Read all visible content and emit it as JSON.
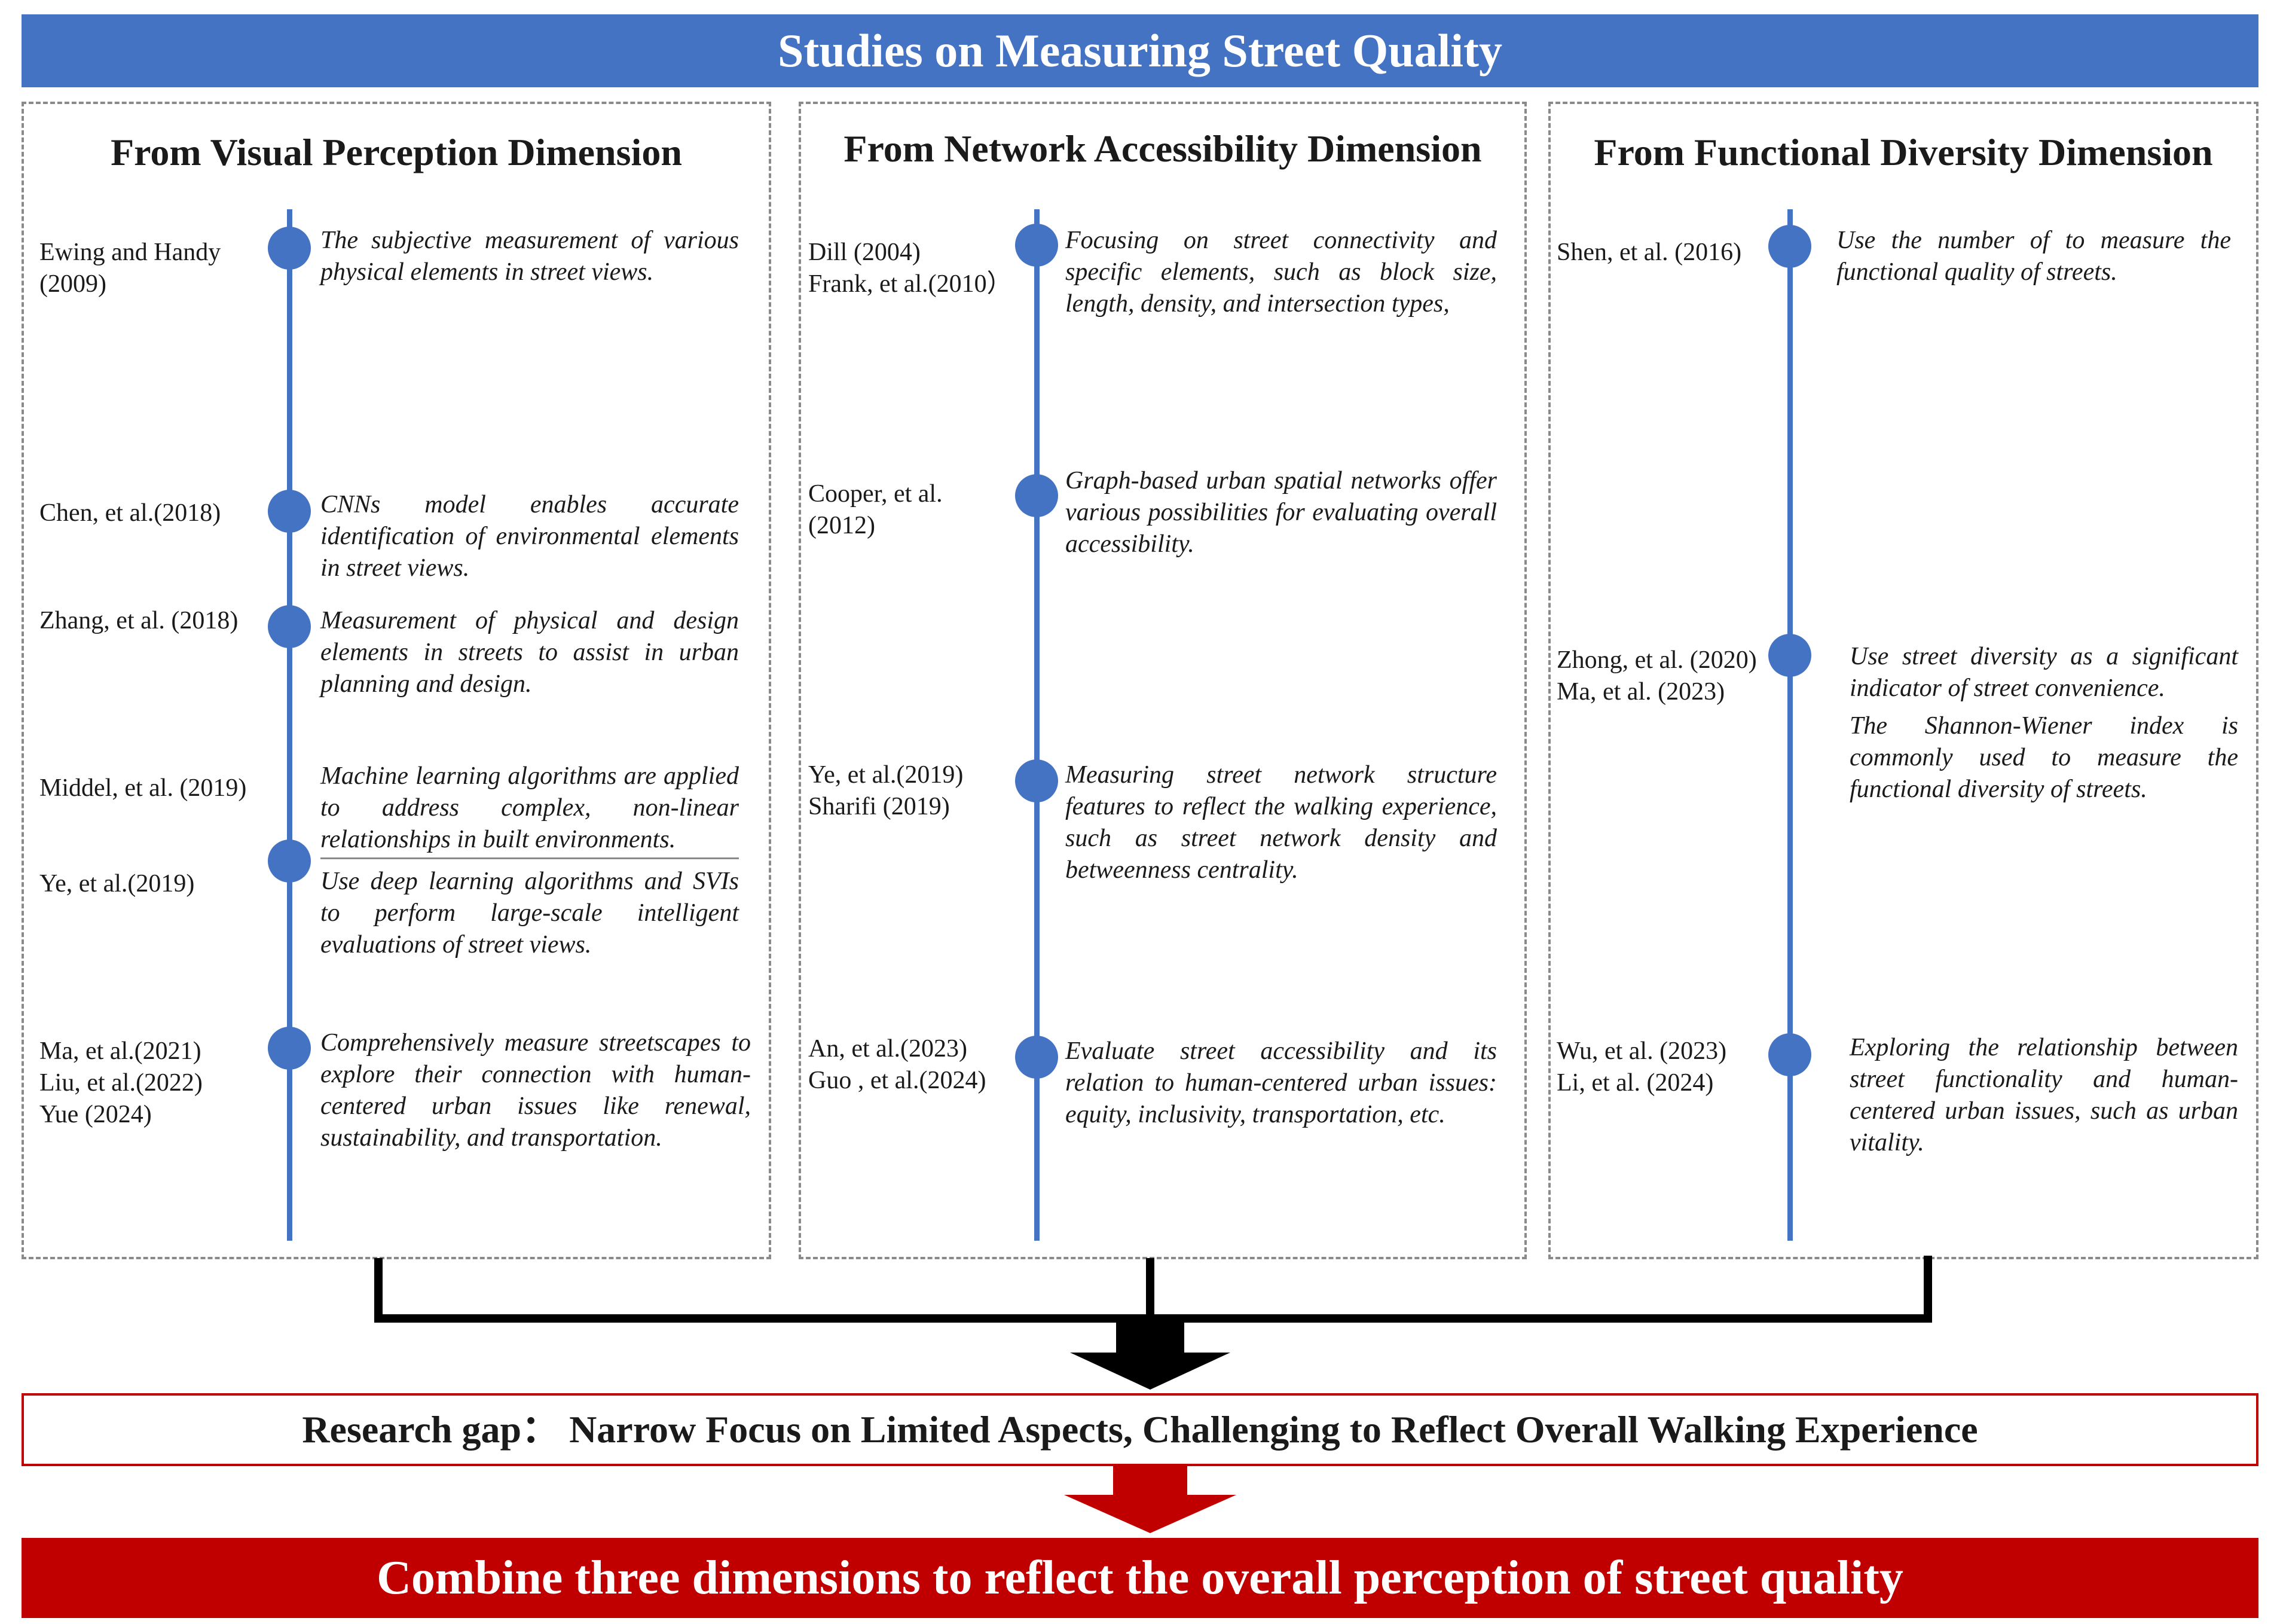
{
  "title": "Studies on Measuring Street Quality",
  "panels": {
    "visual": {
      "title": "From Visual Perception Dimension",
      "entries": [
        {
          "authors": "Ewing and Handy\n(2009)",
          "desc": "The subjective measurement of various physical elements in street views."
        },
        {
          "authors": "Chen, et al.(2018)",
          "desc": "CNNs model enables accurate identification of environmental elements in street views."
        },
        {
          "authors": "Zhang, et al. (2018)",
          "desc": "Measurement of physical and design elements in streets to assist in urban planning and design."
        },
        {
          "authors": "Middel, et al. (2019)",
          "desc": "Machine learning algorithms are applied to address complex, non-linear relationships in built environments."
        },
        {
          "authors": "Ye, et al.(2019)",
          "desc": "Use deep learning algorithms and SVIs to perform large-scale intelligent evaluations of street views."
        },
        {
          "authors": "Ma, et al.(2021)\nLiu, et al.(2022)\nYue (2024)",
          "desc": "Comprehensively measure streetscapes to explore their connection with human-centered urban issues like renewal, sustainability, and transportation."
        }
      ]
    },
    "network": {
      "title": "From  Network Accessibility Dimension",
      "entries": [
        {
          "authors": "Dill (2004)\nFrank, et al.(2010）",
          "desc": "Focusing on street connectivity and specific elements, such as block size, length, density, and intersection types,"
        },
        {
          "authors": "Cooper, et al.\n(2012)",
          "desc": "Graph-based urban spatial networks offer various possibilities for evaluating overall accessibility."
        },
        {
          "authors": "Ye, et al.(2019)\nSharifi (2019)",
          "desc": "Measuring street network structure features to reflect the walking experience, such as street network density and betweenness centrality."
        },
        {
          "authors": "An, et al.(2023)\nGuo , et al.(2024)",
          "desc": "Evaluate street accessibility and its relation to human-centered urban issues: equity, inclusivity, transportation, etc."
        }
      ]
    },
    "functional": {
      "title": "From Functional Diversity Dimension",
      "entries": [
        {
          "authors": "Shen, et al. (2016)",
          "desc": "Use the number of to measure the functional quality of streets."
        },
        {
          "authors": "Zhong, et al. (2020)\nMa, et al. (2023)",
          "desc": "Use street diversity as a significant indicator of street convenience.",
          "desc2": "The Shannon-Wiener index is commonly used to measure the functional diversity of streets."
        },
        {
          "authors": "Wu, et al. (2023)\nLi, et al. (2024)",
          "desc": "Exploring the relationship between street functionality and human-centered urban issues, such as urban vitality."
        }
      ]
    }
  },
  "research_gap": "Research gap： Narrow Focus on Limited Aspects, Challenging to Reflect Overall Walking Experience",
  "conclusion": "Combine three dimensions to reflect the overall perception of street quality",
  "colors": {
    "blue": "#4573c4",
    "red": "#c00000",
    "black": "#000000",
    "dashed_border": "#8a8a8a"
  }
}
